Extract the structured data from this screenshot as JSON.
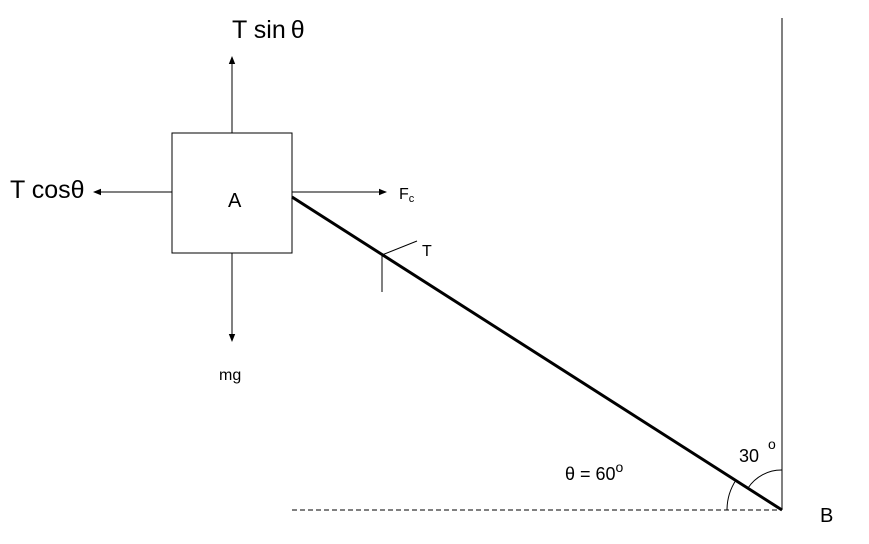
{
  "labels": {
    "t_sin": "T sin",
    "t_cos": "T cos",
    "theta": "θ",
    "f": "F",
    "f_sub": "c",
    "block": "A",
    "mg": "mg",
    "tension": "T",
    "angle_theta_prefix": "θ = 60",
    "angle_30": "30",
    "degree_mark": "o",
    "point_b": "B"
  },
  "colors": {
    "ink": "#000000",
    "background": "#ffffff"
  }
}
